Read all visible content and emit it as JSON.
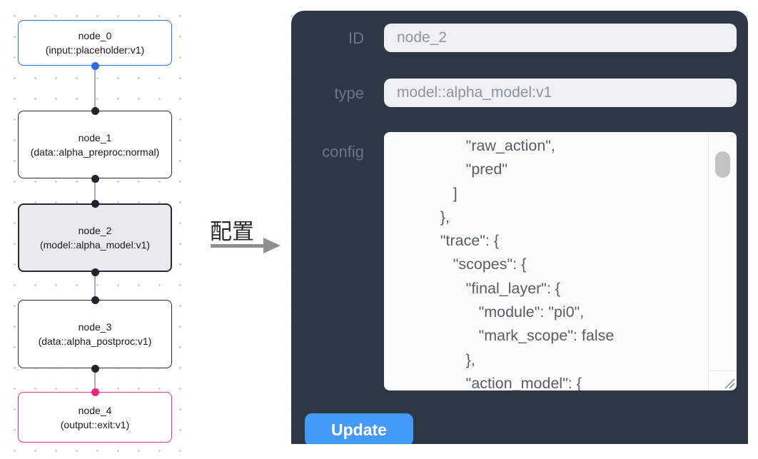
{
  "canvas": {
    "transition_label": "配置"
  },
  "flowchart": {
    "nodes": [
      {
        "name": "node_0",
        "type_label": "(input::placeholder:v1)"
      },
      {
        "name": "node_1",
        "type_label": "(data::alpha_preproc:normal)"
      },
      {
        "name": "node_2",
        "type_label": "(model::alpha_model:v1)"
      },
      {
        "name": "node_3",
        "type_label": "(data::alpha_postproc:v1)"
      },
      {
        "name": "node_4",
        "type_label": "(output::exit:v1)"
      }
    ],
    "colors": {
      "input_node_accent": "#3a6cd4",
      "output_node_accent": "#ee2e7c",
      "default_node_border": "#252a33",
      "selected_node_fill": "#e9eaed"
    }
  },
  "inspector": {
    "id_label": "ID",
    "id_value": "node_2",
    "type_label": "type",
    "type_value": "model::alpha_model:v1",
    "config_label": "config",
    "config_text": "            \"raw_action\",\n            \"pred\"\n         ]\n      },\n      \"trace\": {\n         \"scopes\": {\n            \"final_layer\": {\n               \"module\": \"pi0\",\n               \"mark_scope\": false\n            },\n            \"action_model\": {",
    "update_label": "Update",
    "colors": {
      "panel_bg": "#2e3744",
      "button_bg": "#4599f7",
      "field_bg": "#eef0f5"
    }
  }
}
